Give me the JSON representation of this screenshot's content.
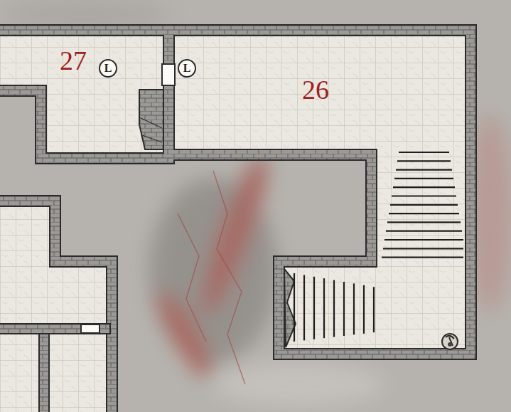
{
  "diagram": {
    "nodes": [
      {
        "text": [
          "27"
        ]
      },
      {
        "text": [
          "L"
        ],
        "in": 0
      },
      {
        "text": [
          "26"
        ]
      },
      {
        "text": [
          "L"
        ],
        "in": 2
      }
    ]
  }
}
